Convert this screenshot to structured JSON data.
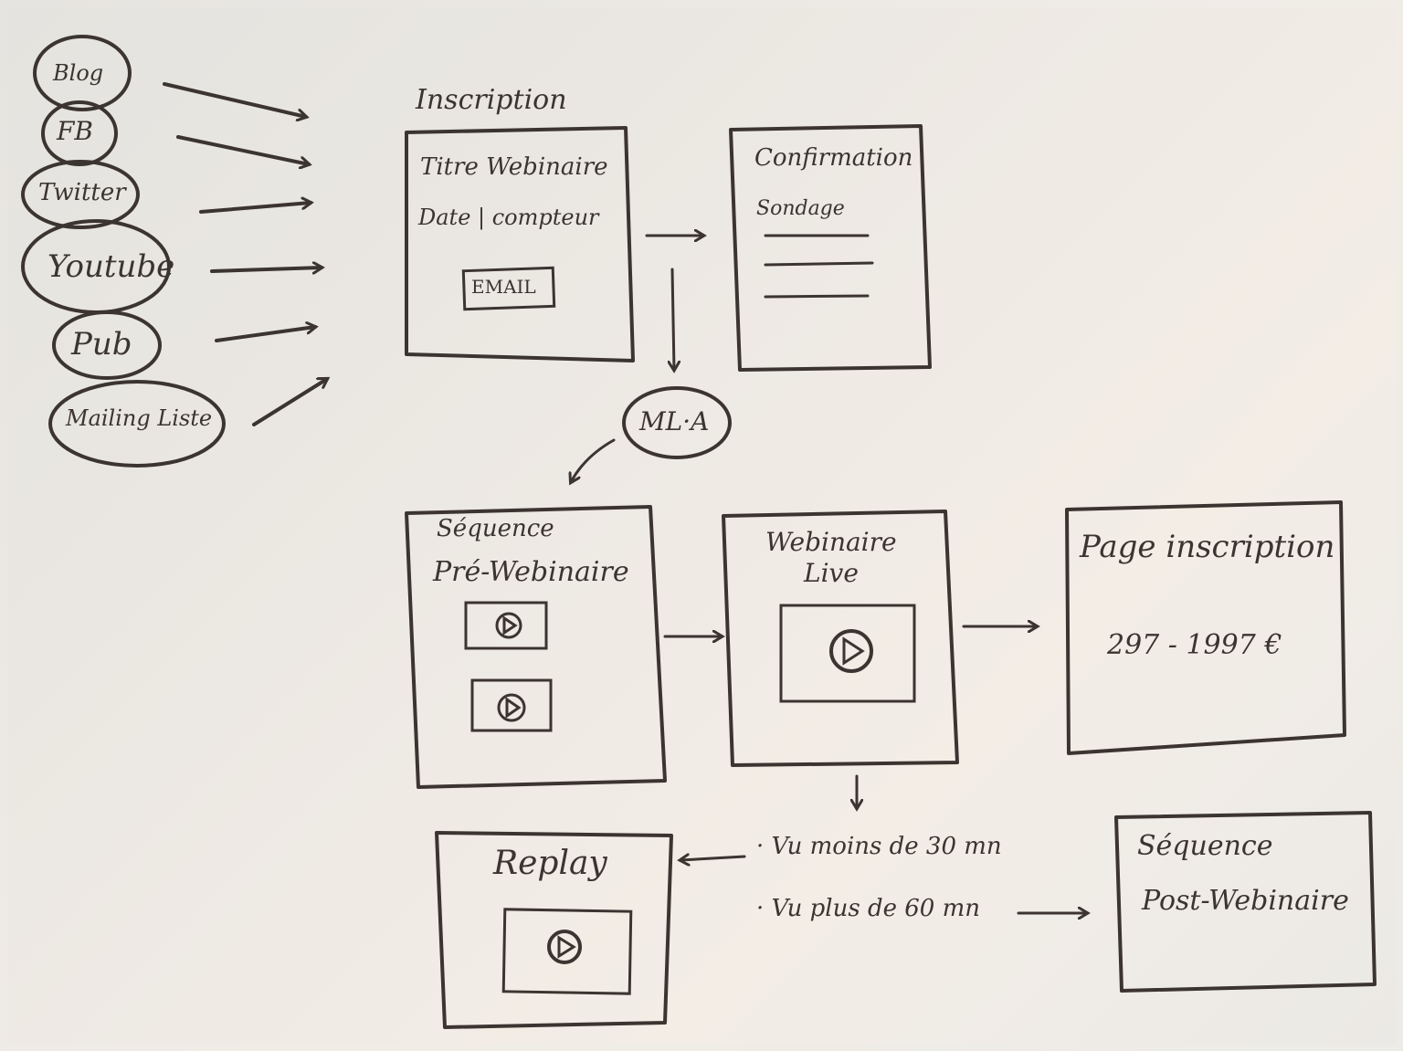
{
  "sources": [
    "Blog",
    "FB",
    "Twitter",
    "Youtube",
    "Pub",
    "Mailing Liste"
  ],
  "inscription": {
    "heading": "Inscription",
    "title_line": "Titre Webinaire",
    "date_line": "Date | compteur",
    "email_button": "EMAIL"
  },
  "confirmation": {
    "title": "Confirmation",
    "survey": "Sondage"
  },
  "mla_node": "ML·A",
  "pre_webinar": {
    "line1": "Séquence",
    "line2": "Pré-Webinaire"
  },
  "live_webinar": {
    "line1": "Webinaire",
    "line2": "Live"
  },
  "page_inscription": {
    "title": "Page inscription",
    "price": "297 - 1997 €"
  },
  "replay": {
    "title": "Replay"
  },
  "conditions": {
    "less_than_30": "· Vu moins de 30 mn",
    "more_than_60": "· Vu plus de 60 mn"
  },
  "post_webinar": {
    "line1": "Séquence",
    "line2": "Post-Webinaire"
  },
  "colors": {
    "ink": "#3b3430",
    "board": "#efeae4"
  }
}
